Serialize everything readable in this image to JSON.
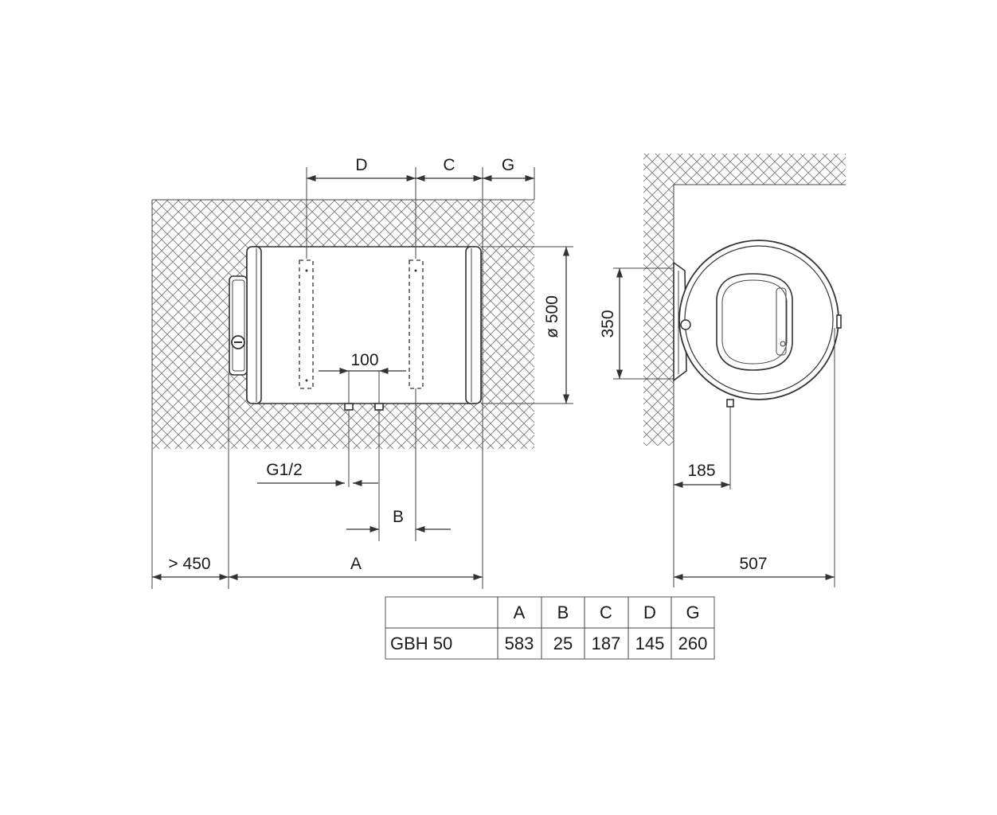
{
  "dimensions": {
    "d": "D",
    "c": "C",
    "g": "G",
    "diameter": "ø 500",
    "pipe_spacing": "100",
    "thread": "G1/2",
    "b": "B",
    "clearance": "> 450",
    "a": "A",
    "mount_height": "350",
    "side_offset": "185",
    "depth": "507"
  },
  "table": {
    "headers": [
      "",
      "A",
      "B",
      "C",
      "D",
      "G"
    ],
    "rows": [
      [
        "GBH 50",
        "583",
        "25",
        "187",
        "145",
        "260"
      ]
    ]
  }
}
